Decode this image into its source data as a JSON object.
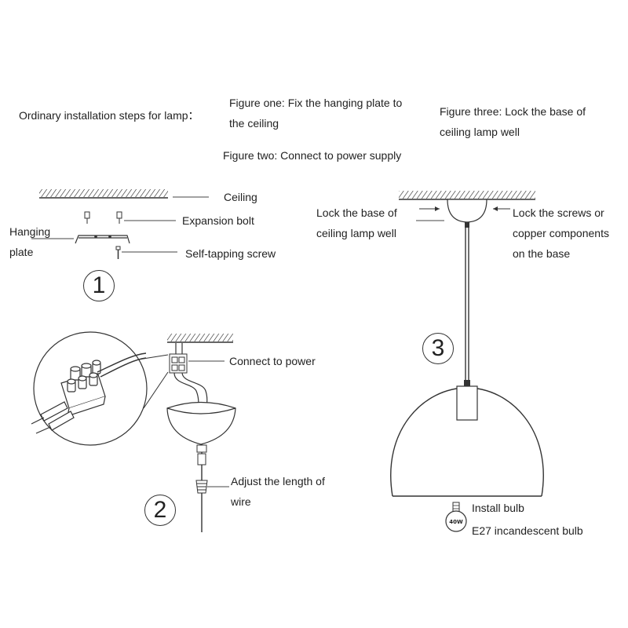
{
  "header": {
    "intro": "Ordinary installation steps for lamp：",
    "figure_one_line1": "Figure one: Fix the hanging plate to",
    "figure_one_line2": "the ceiling",
    "figure_two": "Figure two: Connect to power supply",
    "figure_three_line1": "Figure three: Lock the base of",
    "figure_three_line2": "ceiling lamp well"
  },
  "figure1": {
    "number": "1",
    "labels": {
      "ceiling": "Ceiling",
      "expansion_bolt": "Expansion bolt",
      "hanging_plate_line1": "Hanging",
      "hanging_plate_line2": "plate",
      "self_tapping_screw": "Self-tapping screw"
    }
  },
  "figure2": {
    "number": "2",
    "labels": {
      "connect_to_power": "Connect to power",
      "adjust_length_line1": "Adjust the length of",
      "adjust_length_line2": "wire"
    }
  },
  "figure3": {
    "number": "3",
    "labels": {
      "lock_base_line1": "Lock the base of",
      "lock_base_line2": "ceiling lamp well",
      "lock_screws_line1": "Lock the screws or",
      "lock_screws_line2": "copper components",
      "lock_screws_line3": "on the base",
      "install_bulb": "Install bulb",
      "bulb_type": "E27 incandescent bulb",
      "bulb_wattage": "40W"
    }
  }
}
